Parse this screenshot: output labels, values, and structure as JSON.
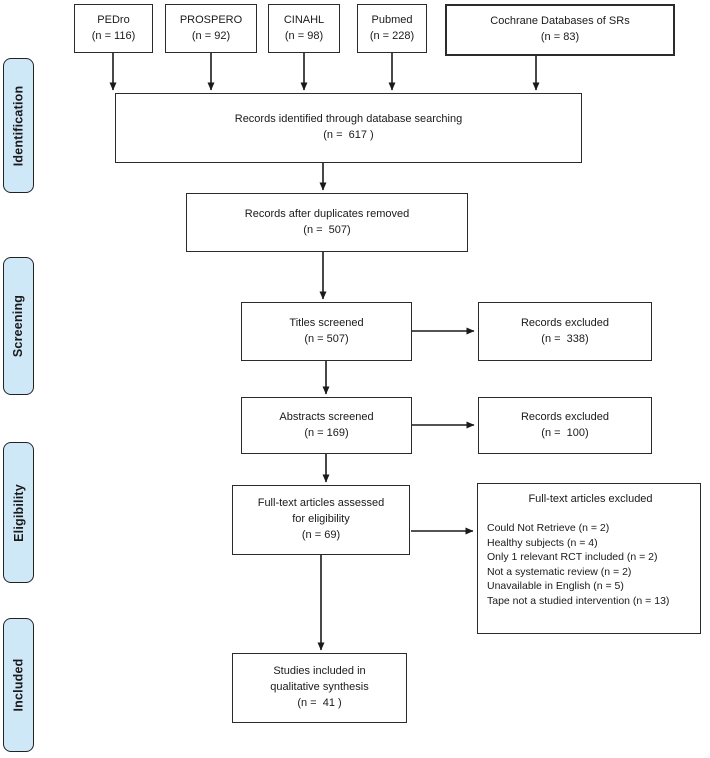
{
  "sidebar": {
    "stages": [
      {
        "label": "Identification"
      },
      {
        "label": "Screening"
      },
      {
        "label": "Eligibility"
      },
      {
        "label": "Included"
      }
    ]
  },
  "sources": [
    {
      "label": "PEDro",
      "count": "(n = 116)"
    },
    {
      "label": "PROSPERO",
      "count": "(n = 92)"
    },
    {
      "label": "CINAHL",
      "count": "(n = 98)"
    },
    {
      "label": "Pubmed",
      "count": "(n = 228)"
    },
    {
      "label": "Cochrane Databases of SRs",
      "count": "(n = 83)"
    }
  ],
  "boxes": {
    "records_identified": {
      "label": "Records identified through database searching",
      "count": "(n =  617 )"
    },
    "duplicates_removed": {
      "label": "Records after duplicates removed",
      "count": "(n =  507)"
    },
    "titles_screened": {
      "label": "Titles screened",
      "count": "(n = 507)"
    },
    "records_excluded_titles": {
      "label": "Records excluded",
      "count": "(n =  338)"
    },
    "abstracts_screened": {
      "label": "Abstracts screened",
      "count": "(n = 169)"
    },
    "records_excluded_abstracts": {
      "label": "Records excluded",
      "count": "(n =  100)"
    },
    "fulltext_assessed": {
      "label": "Full-text articles assessed\nfor eligibility",
      "count": "(n = 69)"
    },
    "fulltext_excluded": {
      "title": "Full-text articles excluded",
      "reasons": [
        "Could Not Retrieve (n = 2)",
        "Healthy subjects (n = 4)",
        "Only 1 relevant RCT included (n = 2)",
        "Not a systematic review (n = 2)",
        "Unavailable in English (n = 5)",
        "Tape not a studied intervention (n = 13)"
      ]
    },
    "studies_included": {
      "label": "Studies included in\nqualitative synthesis",
      "count": "(n =  41 )"
    }
  },
  "colors": {
    "stage_fill": "#cfe8f8",
    "stage_border": "#222222",
    "box_border": "#2b2b2b",
    "arrow": "#1a1a1a",
    "text": "#1a1a1a",
    "background": "#ffffff"
  }
}
